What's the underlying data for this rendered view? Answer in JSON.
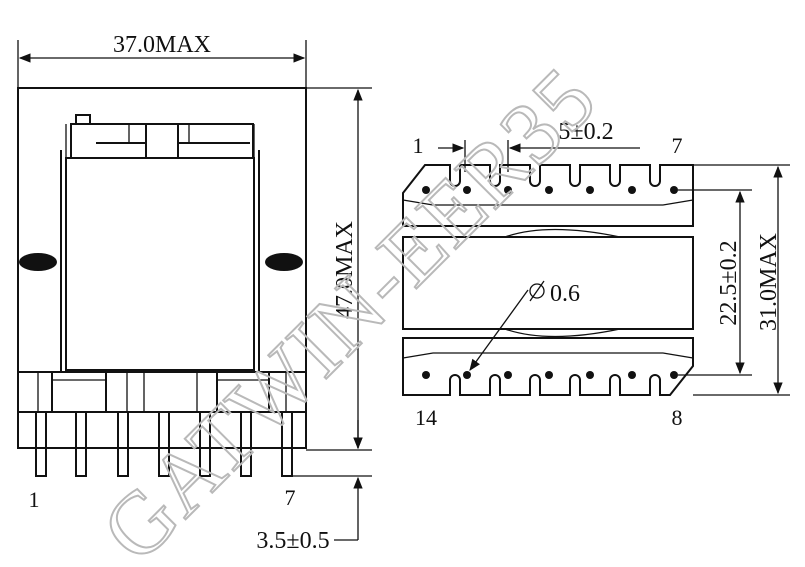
{
  "watermark": "GATWIN-EER35",
  "side_view": {
    "width_dim": "37.0MAX",
    "height_dim": "47.0MAX",
    "pin_len_dim": "3.5±0.5",
    "pin_first": "1",
    "pin_last": "7"
  },
  "bottom_view": {
    "pitch_dim": "5±0.2",
    "pin_top_left": "1",
    "pin_top_right": "7",
    "pin_bottom_left": "14",
    "pin_bottom_right": "8",
    "hole_dim": "0.6",
    "row_spacing_dim": "22.5±0.2",
    "overall_dim": "31.0MAX"
  },
  "colors": {
    "line": "#111111",
    "watermark": "#b9b9b9"
  }
}
